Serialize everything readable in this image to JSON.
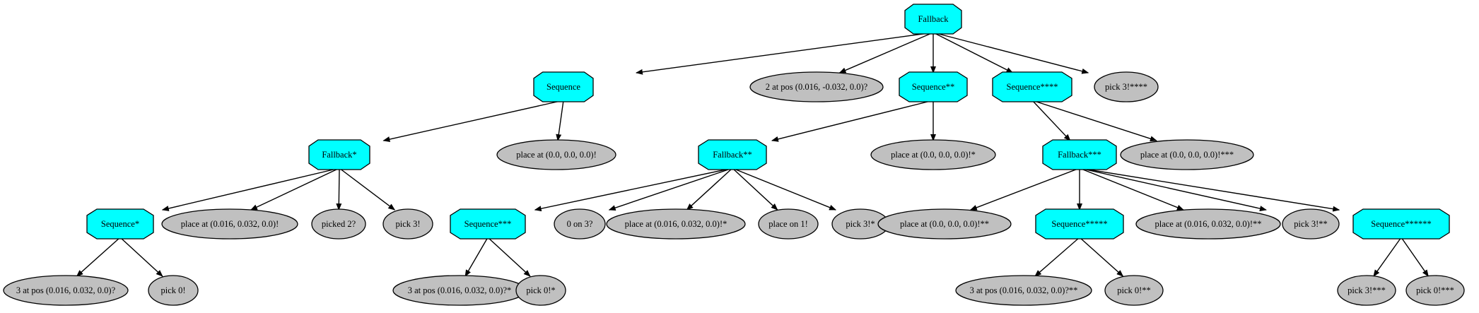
{
  "colors": {
    "control_fill": "#00ffff",
    "leaf_fill": "#c0c0c0",
    "stroke": "#000000"
  },
  "nodes": [
    {
      "id": "n0",
      "label": "Fallback",
      "kind": "control"
    },
    {
      "id": "n1",
      "label": "Sequence",
      "kind": "control"
    },
    {
      "id": "n2",
      "label": "2 at pos (0.016, -0.032, 0.0)?",
      "kind": "leaf"
    },
    {
      "id": "n3",
      "label": "Sequence**",
      "kind": "control"
    },
    {
      "id": "n4",
      "label": "Sequence****",
      "kind": "control"
    },
    {
      "id": "n5",
      "label": "pick 3!****",
      "kind": "leaf"
    },
    {
      "id": "n6",
      "label": "Fallback*",
      "kind": "control"
    },
    {
      "id": "n7",
      "label": "place at (0.0, 0.0, 0.0)!",
      "kind": "leaf"
    },
    {
      "id": "n8",
      "label": "Fallback**",
      "kind": "control"
    },
    {
      "id": "n9",
      "label": "place at (0.0, 0.0, 0.0)!*",
      "kind": "leaf"
    },
    {
      "id": "n10",
      "label": "Fallback***",
      "kind": "control"
    },
    {
      "id": "n11",
      "label": "place at (0.0, 0.0, 0.0)!***",
      "kind": "leaf"
    },
    {
      "id": "n12",
      "label": "Sequence*",
      "kind": "control"
    },
    {
      "id": "n13",
      "label": "place at (0.016, 0.032, 0.0)!",
      "kind": "leaf"
    },
    {
      "id": "n14",
      "label": "picked 2?",
      "kind": "leaf"
    },
    {
      "id": "n15",
      "label": "pick 3!",
      "kind": "leaf"
    },
    {
      "id": "n16",
      "label": "Sequence***",
      "kind": "control"
    },
    {
      "id": "n17",
      "label": "0 on 3?",
      "kind": "leaf"
    },
    {
      "id": "n18",
      "label": "place at (0.016, 0.032, 0.0)!*",
      "kind": "leaf"
    },
    {
      "id": "n19",
      "label": "place on 1!",
      "kind": "leaf"
    },
    {
      "id": "n20",
      "label": "pick 3!*",
      "kind": "leaf"
    },
    {
      "id": "n21",
      "label": "place at (0.0, 0.0, 0.0)!**",
      "kind": "leaf"
    },
    {
      "id": "n22",
      "label": "Sequence*****",
      "kind": "control"
    },
    {
      "id": "n23",
      "label": "place at (0.016, 0.032, 0.0)!**",
      "kind": "leaf"
    },
    {
      "id": "n24",
      "label": "pick 3!**",
      "kind": "leaf"
    },
    {
      "id": "n25",
      "label": "Sequence******",
      "kind": "control"
    },
    {
      "id": "n26",
      "label": "3 at pos (0.016, 0.032, 0.0)?",
      "kind": "leaf"
    },
    {
      "id": "n27",
      "label": "pick 0!",
      "kind": "leaf"
    },
    {
      "id": "n28",
      "label": "3 at pos (0.016, 0.032, 0.0)?*",
      "kind": "leaf"
    },
    {
      "id": "n29",
      "label": "pick 0!*",
      "kind": "leaf"
    },
    {
      "id": "n30",
      "label": "3 at pos (0.016, 0.032, 0.0)?**",
      "kind": "leaf"
    },
    {
      "id": "n31",
      "label": "pick 0!**",
      "kind": "leaf"
    },
    {
      "id": "n32",
      "label": "pick 3!***",
      "kind": "leaf"
    },
    {
      "id": "n33",
      "label": "pick 0!***",
      "kind": "leaf"
    }
  ],
  "edges": [
    [
      "n0",
      "n1"
    ],
    [
      "n0",
      "n2"
    ],
    [
      "n0",
      "n3"
    ],
    [
      "n0",
      "n4"
    ],
    [
      "n0",
      "n5"
    ],
    [
      "n1",
      "n6"
    ],
    [
      "n1",
      "n7"
    ],
    [
      "n3",
      "n8"
    ],
    [
      "n3",
      "n9"
    ],
    [
      "n4",
      "n10"
    ],
    [
      "n4",
      "n11"
    ],
    [
      "n6",
      "n12"
    ],
    [
      "n6",
      "n13"
    ],
    [
      "n6",
      "n14"
    ],
    [
      "n6",
      "n15"
    ],
    [
      "n8",
      "n16"
    ],
    [
      "n8",
      "n17"
    ],
    [
      "n8",
      "n18"
    ],
    [
      "n8",
      "n19"
    ],
    [
      "n8",
      "n20"
    ],
    [
      "n10",
      "n21"
    ],
    [
      "n10",
      "n22"
    ],
    [
      "n10",
      "n23"
    ],
    [
      "n10",
      "n24"
    ],
    [
      "n10",
      "n25"
    ],
    [
      "n12",
      "n26"
    ],
    [
      "n12",
      "n27"
    ],
    [
      "n16",
      "n28"
    ],
    [
      "n16",
      "n29"
    ],
    [
      "n22",
      "n30"
    ],
    [
      "n22",
      "n31"
    ],
    [
      "n25",
      "n32"
    ],
    [
      "n25",
      "n33"
    ]
  ]
}
